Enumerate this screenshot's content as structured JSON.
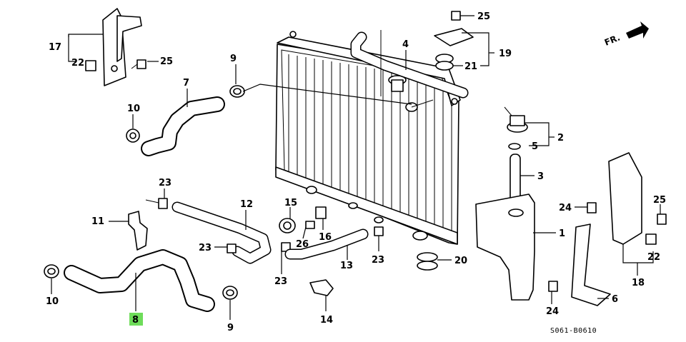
{
  "diagram_code": "S061-B0610",
  "direction_label": "FR.",
  "highlight_color": "#6edc5a",
  "callouts": {
    "c1": "1",
    "c2": "2",
    "c3": "3",
    "c4": "4",
    "c5": "5",
    "c6": "6",
    "c7": "7",
    "c8": "8",
    "c9a": "9",
    "c9b": "9",
    "c10a": "10",
    "c10b": "10",
    "c11": "11",
    "c12": "12",
    "c13": "13",
    "c14": "14",
    "c15": "15",
    "c16": "16",
    "c17": "17",
    "c18": "18",
    "c19": "19",
    "c20": "20",
    "c21": "21",
    "c22a": "22",
    "c22b": "22",
    "c23a": "23",
    "c23b": "23",
    "c23c": "23",
    "c23d": "23",
    "c24a": "24",
    "c24b": "24",
    "c25a": "25",
    "c25b": "25",
    "c25c": "25",
    "c26": "26"
  }
}
